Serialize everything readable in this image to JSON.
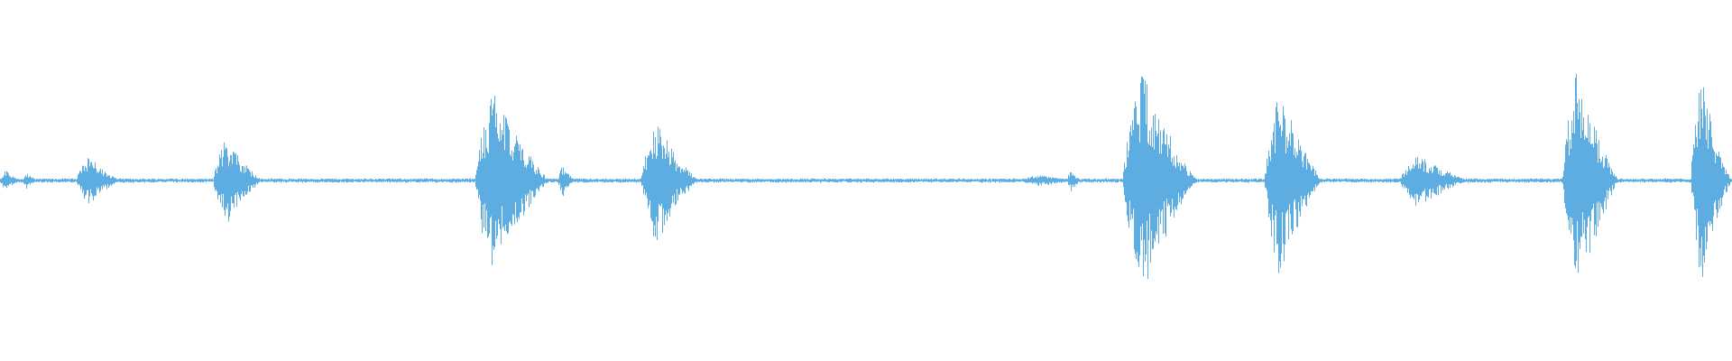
{
  "waveform": {
    "color": "#5dade2",
    "baseline_amplitude": 0.012,
    "segments": [
      {
        "start": 0.0,
        "end": 0.012,
        "peak": 0.09
      },
      {
        "start": 0.013,
        "end": 0.022,
        "peak": 0.07
      },
      {
        "start": 0.044,
        "end": 0.07,
        "peak": 0.22
      },
      {
        "start": 0.123,
        "end": 0.152,
        "peak": 0.37
      },
      {
        "start": 0.274,
        "end": 0.318,
        "peak": 0.8
      },
      {
        "start": 0.322,
        "end": 0.332,
        "peak": 0.14
      },
      {
        "start": 0.37,
        "end": 0.404,
        "peak": 0.5
      },
      {
        "start": 0.59,
        "end": 0.625,
        "peak": 0.05
      },
      {
        "start": 0.616,
        "end": 0.624,
        "peak": 0.11
      },
      {
        "start": 0.648,
        "end": 0.692,
        "peak": 0.95
      },
      {
        "start": 0.73,
        "end": 0.764,
        "peak": 0.8
      },
      {
        "start": 0.808,
        "end": 0.85,
        "peak": 0.22
      },
      {
        "start": 0.902,
        "end": 0.935,
        "peak": 1.0
      },
      {
        "start": 0.976,
        "end": 1.0,
        "peak": 0.9
      }
    ]
  }
}
